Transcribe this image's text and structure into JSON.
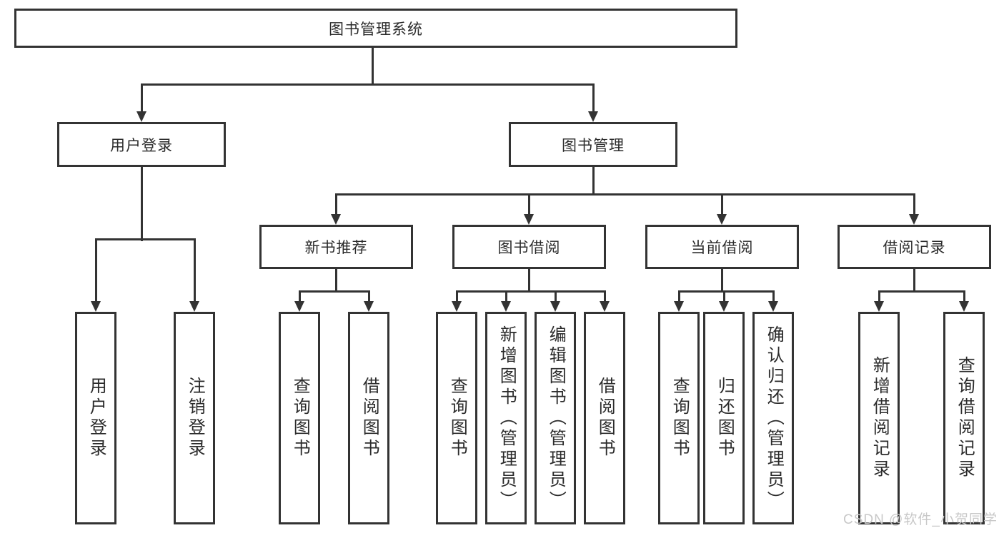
{
  "diagram": {
    "root": {
      "label": "图书管理系统"
    },
    "level2": [
      {
        "label": "用户登录"
      },
      {
        "label": "图书管理"
      }
    ],
    "level3": [
      {
        "label": "新书推荐"
      },
      {
        "label": "图书借阅"
      },
      {
        "label": "当前借阅"
      },
      {
        "label": "借阅记录"
      }
    ],
    "leaves": {
      "user_login": [
        {
          "label": "用户登录"
        },
        {
          "label": "注销登录"
        }
      ],
      "new_book": [
        {
          "label": "查询图书"
        },
        {
          "label": "借阅图书"
        }
      ],
      "book_borrow": [
        {
          "label": "查询图书"
        },
        {
          "label": "新增图书（管理员）"
        },
        {
          "label": "编辑图书（管理员）"
        },
        {
          "label": "借阅图书"
        }
      ],
      "current_borrow": [
        {
          "label": "查询图书"
        },
        {
          "label": "归还图书"
        },
        {
          "label": "确认归还（管理员）"
        }
      ],
      "borrow_record": [
        {
          "label": "新增借阅记录"
        },
        {
          "label": "查询借阅记录"
        }
      ]
    },
    "watermark": "CSDN @软件_小贺同学",
    "colors": {
      "line": "#333333",
      "text": "#2b2b2b",
      "background": "#ffffff",
      "watermark": "#c8c8c8"
    }
  }
}
